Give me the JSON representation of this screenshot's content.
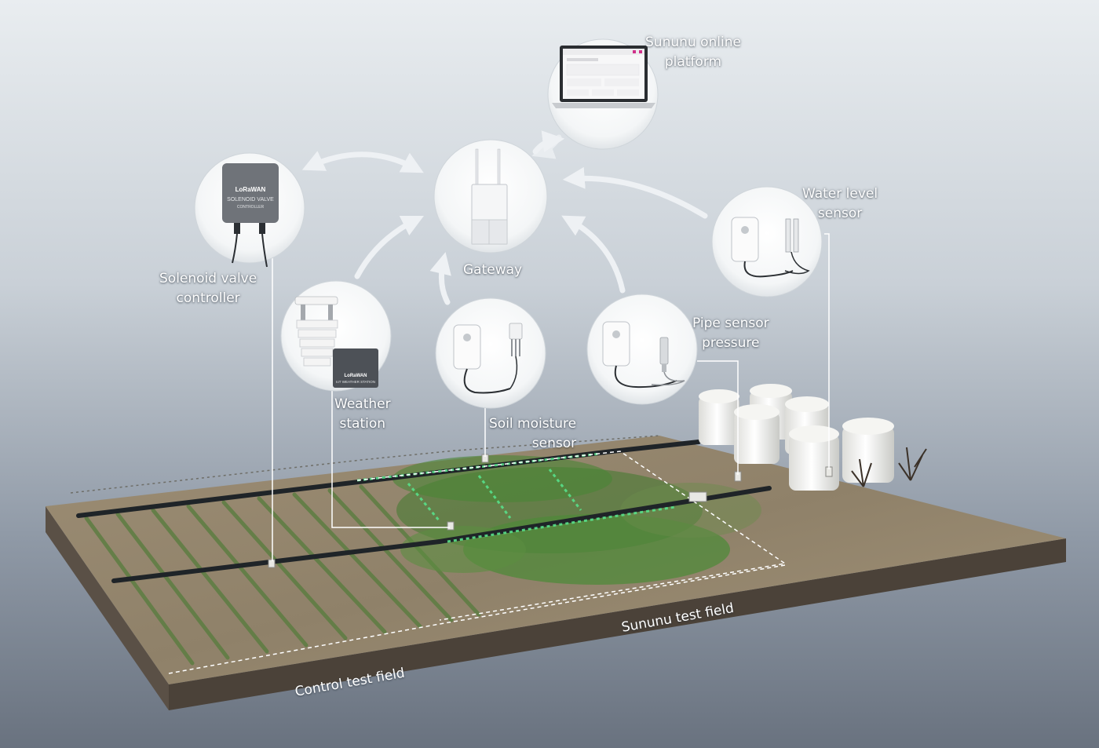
{
  "labels": {
    "platform": [
      "Sununu online",
      "platform"
    ],
    "gateway": "Gateway",
    "solenoid": [
      "Solenoid valve",
      "controller"
    ],
    "water_level": [
      "Water level",
      "sensor"
    ],
    "weather": [
      "Weather",
      "station"
    ],
    "soil": [
      "Soil moisture",
      "sensor"
    ],
    "pipe": [
      "Pipe sensor",
      "pressure"
    ],
    "sununu_field": "Sununu test field",
    "control_field": "Control test field"
  },
  "devices": {
    "solenoid_brand": "LoRaWAN",
    "solenoid_product": "SOLENOID VALVE",
    "solenoid_sub": "CONTROLLER",
    "weather_brand": "LoRaWAN",
    "weather_product": "IoT WEATHER STATION"
  },
  "colors": {
    "arrow": "#eef1f4",
    "callout_line": "#ffffff",
    "soil": "#8e7f68",
    "plant": "#4f8a3a",
    "water_flow": "#58e08a",
    "tank": "#f2f2f0",
    "pipe": "#1f2428"
  }
}
